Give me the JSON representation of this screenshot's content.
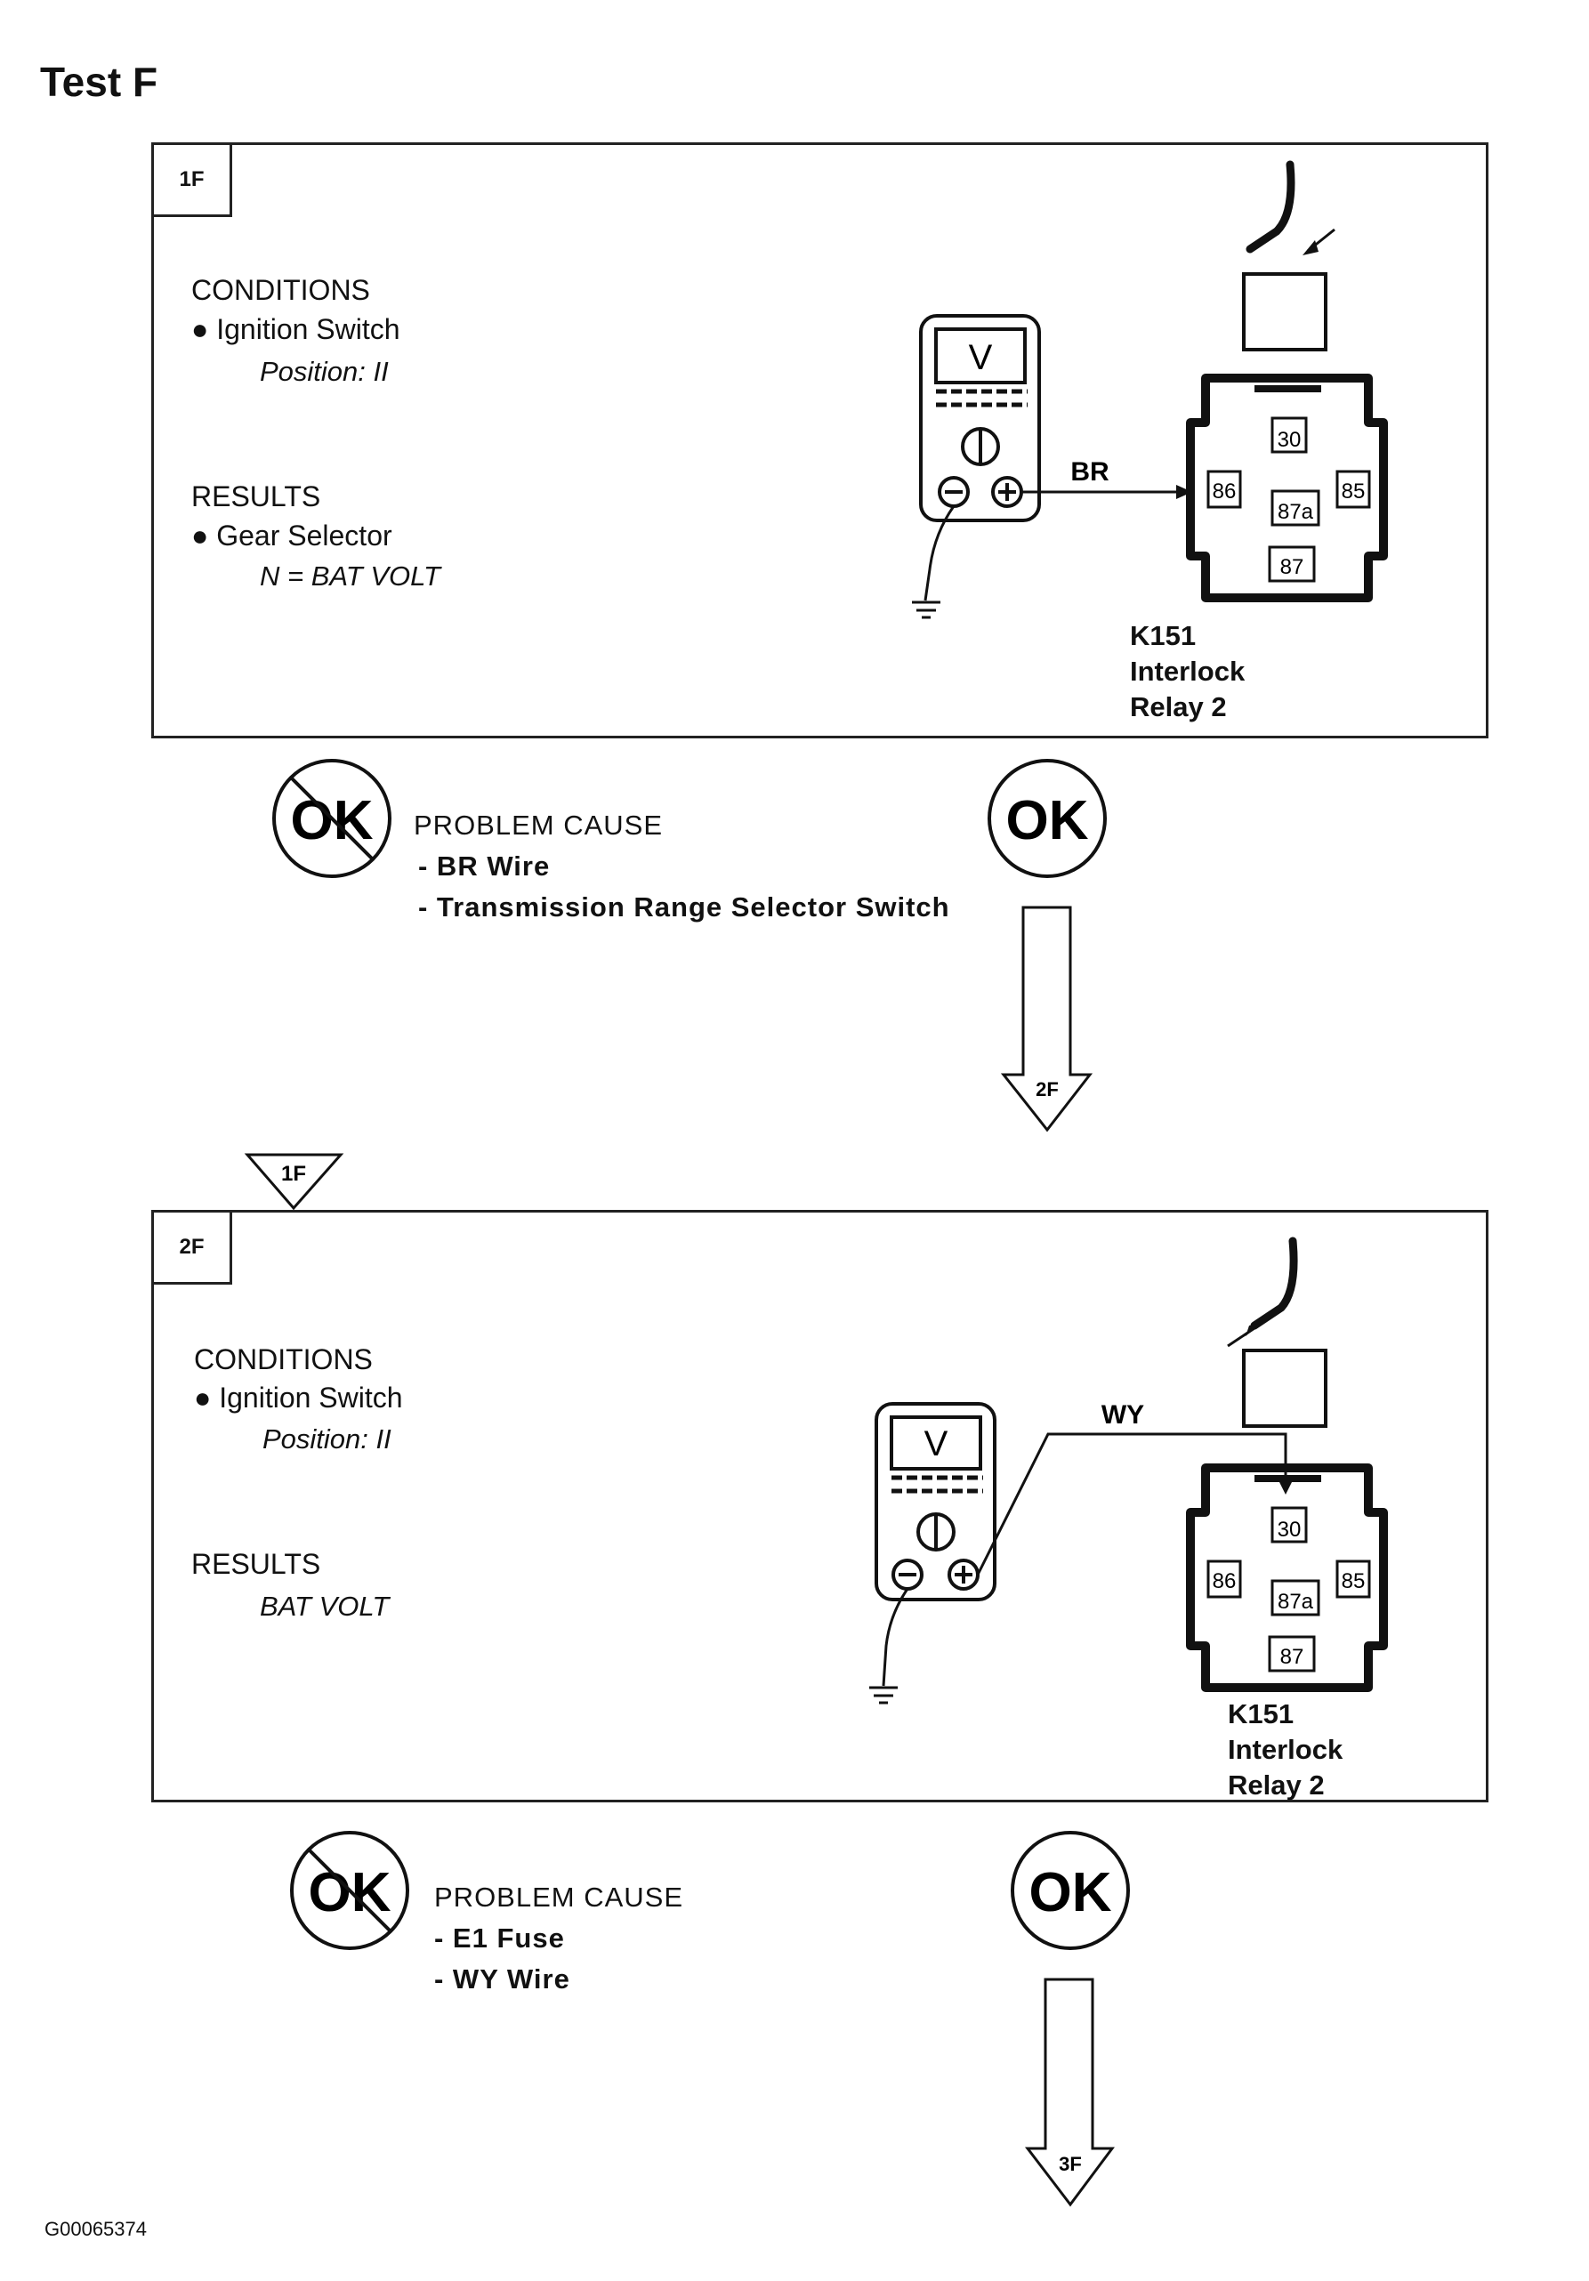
{
  "title": "Test F",
  "steps": [
    {
      "id": "1F",
      "conditions_label": "CONDITIONS",
      "condition_item": "Ignition Switch",
      "condition_detail": "Position: II",
      "results_label": "RESULTS",
      "result_item": "Gear Selector",
      "result_detail": "N = BAT VOLT",
      "meter_label": "V",
      "wire_label": "BR",
      "relay_pins": [
        "30",
        "86",
        "87a",
        "85",
        "87"
      ],
      "relay_label": [
        "K151",
        "Interlock",
        "Relay 2"
      ],
      "not_ok_label": "OK",
      "ok_label": "OK",
      "problem_cause_label": "PROBLEM CAUSE",
      "problem_causes": [
        "- BR  Wire",
        "- Transmission Range Selector Switch"
      ],
      "next_step": "2F"
    },
    {
      "id": "2F",
      "conditions_label": "CONDITIONS",
      "condition_item": "Ignition Switch",
      "condition_detail": "Position: II",
      "results_label": "RESULTS",
      "result_detail": "BAT VOLT",
      "meter_label": "V",
      "wire_label": "WY",
      "relay_pins": [
        "30",
        "86",
        "87a",
        "85",
        "87"
      ],
      "relay_label": [
        "K151",
        "Interlock",
        "Relay 2"
      ],
      "not_ok_label": "OK",
      "ok_label": "OK",
      "problem_cause_label": "PROBLEM CAUSE",
      "problem_causes": [
        "-  E1  Fuse",
        "-  WY  Wire"
      ],
      "next_step": "3F",
      "from_step": "1F"
    }
  ],
  "figure_id": "G00065374"
}
